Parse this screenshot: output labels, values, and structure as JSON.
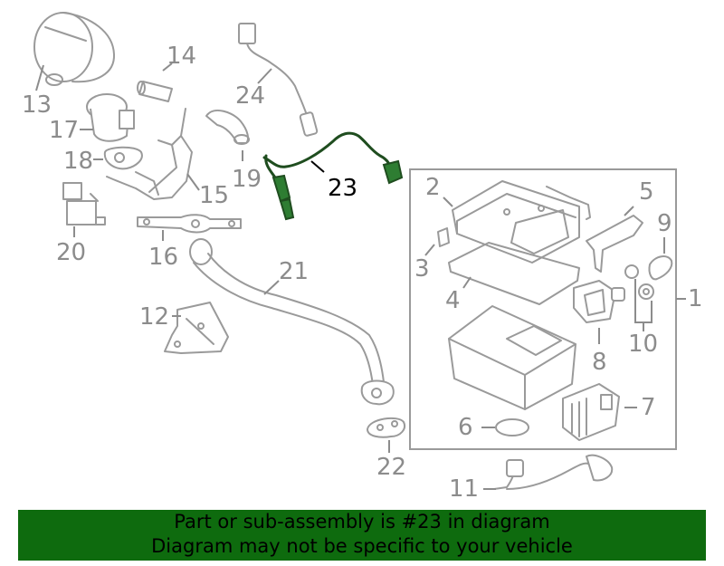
{
  "diagram": {
    "highlighted_part": "23",
    "highlight_color": "#0e6b0e",
    "callouts": [
      "1",
      "2",
      "3",
      "4",
      "5",
      "6",
      "7",
      "8",
      "9",
      "10",
      "11",
      "12",
      "13",
      "14",
      "15",
      "16",
      "17",
      "18",
      "19",
      "20",
      "21",
      "22",
      "23",
      "24"
    ]
  },
  "banner": {
    "line1": "Part or sub-assembly is #23 in diagram",
    "line2": "Diagram may not be specific to your vehicle"
  }
}
